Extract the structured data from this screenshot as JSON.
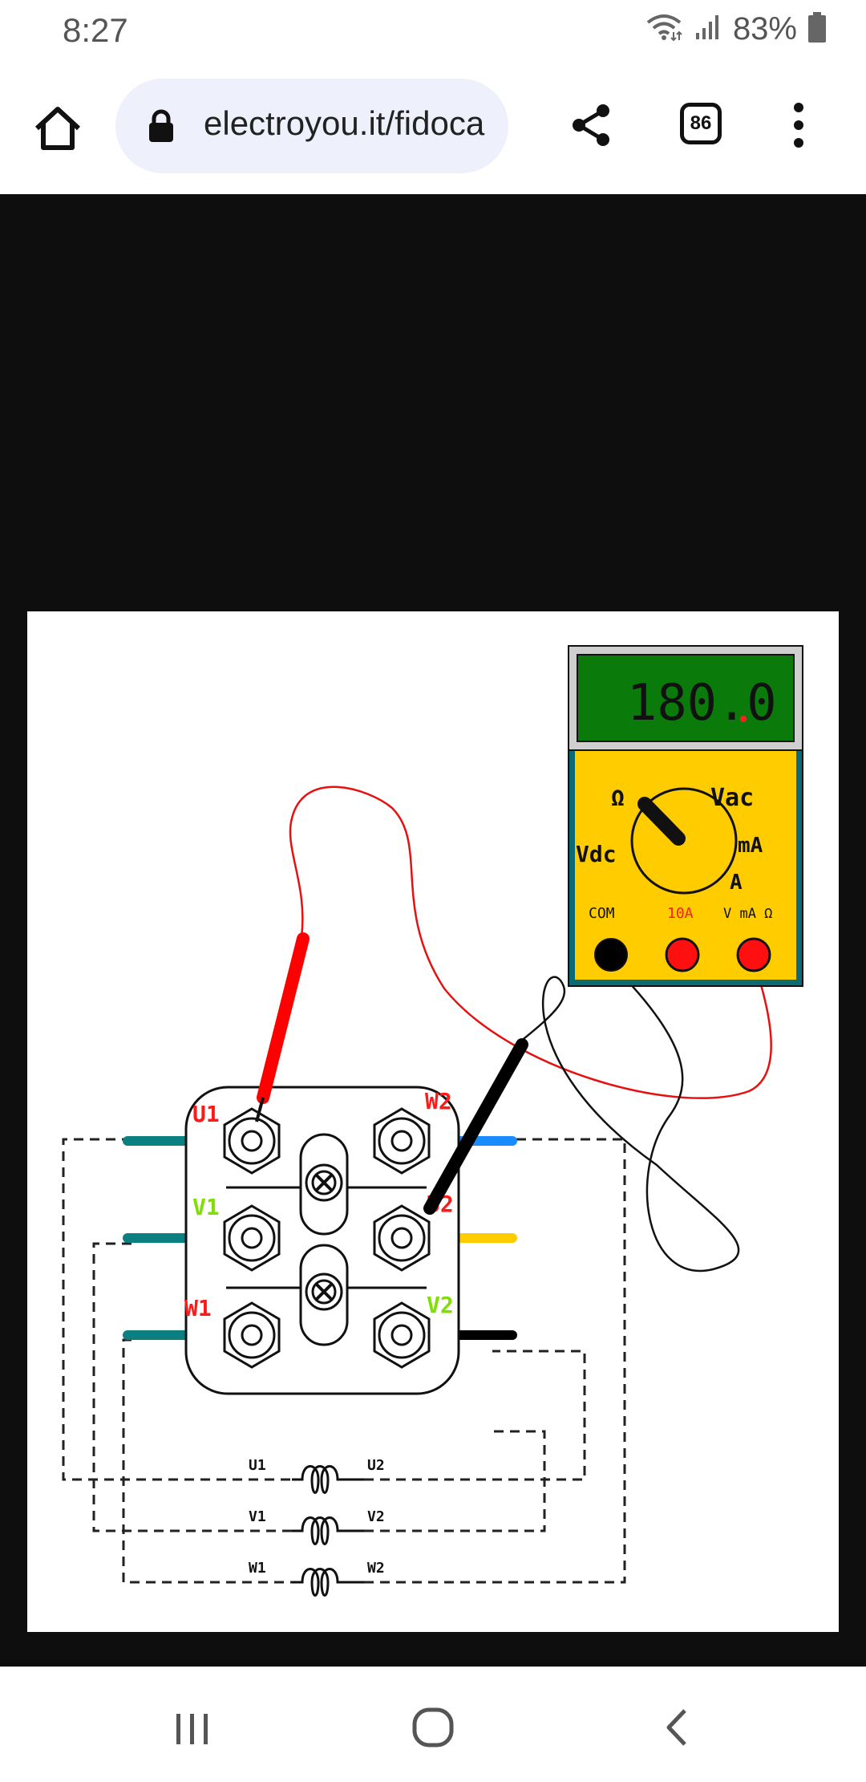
{
  "status_bar": {
    "time": "8:27",
    "battery_percent": "83%",
    "icons": [
      "wifi-icon",
      "signal-icon",
      "battery-icon"
    ]
  },
  "browser": {
    "url": "electroyou.it/fidoca",
    "tab_count": "86",
    "icons": [
      "home-icon",
      "lock-icon",
      "share-icon",
      "more-vert-icon"
    ]
  },
  "multimeter": {
    "display_value": "180.0",
    "dial_labels": {
      "ohm": "Ω",
      "vac": "Vac",
      "vdc": "Vdc",
      "ma": "mA",
      "a": "A"
    },
    "jack_labels": {
      "com": "COM",
      "ten_a": "10A",
      "vma_ohm": "V mA Ω"
    },
    "colors": {
      "display_bg": "#0a7a0a",
      "body": "#ffcc00",
      "frame": "#0b6a74"
    }
  },
  "terminal_block": {
    "labels": {
      "u1": "U1",
      "w2": "W2",
      "v1": "V1",
      "u2": "U2",
      "w1": "W1",
      "v2": "V2"
    }
  },
  "windings": [
    {
      "left": "U1",
      "right": "U2"
    },
    {
      "left": "V1",
      "right": "V2"
    },
    {
      "left": "W1",
      "right": "W2"
    }
  ],
  "navbar": {
    "icons": [
      "recent-apps-icon",
      "home-circle-icon",
      "back-icon"
    ]
  }
}
